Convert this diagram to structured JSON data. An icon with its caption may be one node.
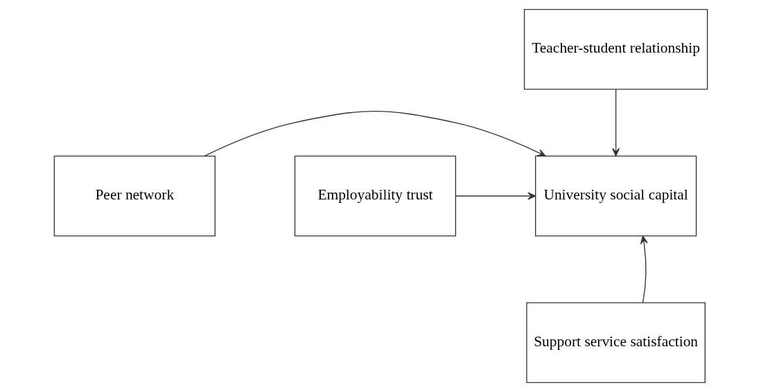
{
  "diagram": {
    "nodes": [
      {
        "text": [
          "Teacher-student relationship"
        ]
      },
      {
        "text": [
          "Peer network"
        ]
      },
      {
        "text": [
          "University social capital"
        ]
      },
      {
        "text": [
          "Employability trust"
        ]
      },
      {
        "text": [
          "Support service satisfaction"
        ]
      }
    ],
    "edges": [
      {
        "from": 0,
        "to": 2,
        "arrow": "to"
      },
      {
        "from": 1,
        "to": 2,
        "arrow": "to"
      },
      {
        "from": 3,
        "to": 2,
        "arrow": "to"
      },
      {
        "from": 4,
        "to": 2,
        "arrow": "to"
      }
    ]
  }
}
